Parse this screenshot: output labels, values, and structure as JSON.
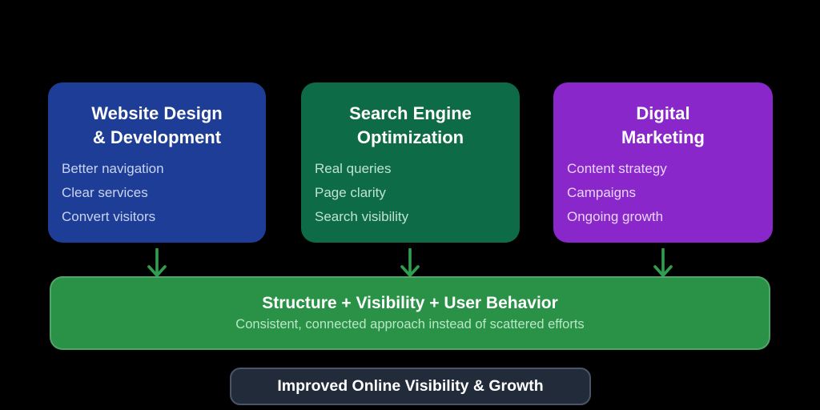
{
  "diagram": {
    "arrow_color": "#2f9e50",
    "columns": [
      {
        "title": "Website Design\n& Development",
        "bg": "#1e3d96",
        "item_color": "#c9d4f2",
        "items": [
          "Better navigation",
          "Clear services",
          "Convert visitors"
        ]
      },
      {
        "title": "Search Engine\nOptimization",
        "bg": "#0e6b47",
        "item_color": "#bfe3d2",
        "items": [
          "Real queries",
          "Page clarity",
          "Search visibility"
        ]
      },
      {
        "title": "Digital\nMarketing",
        "bg": "#8a27cb",
        "item_color": "#e8d6f8",
        "items": [
          "Content strategy",
          "Campaigns",
          "Ongoing growth"
        ]
      }
    ],
    "summary": {
      "title": "Structure + Visibility + User Behavior",
      "subtitle": "Consistent, connected approach instead of scattered efforts",
      "bg": "#2a9247",
      "subtitle_color": "#b9e7c6"
    },
    "result": {
      "label": "Improved Online Visibility & Growth",
      "bg": "#222b3a",
      "border_color": "#4a5568"
    }
  }
}
